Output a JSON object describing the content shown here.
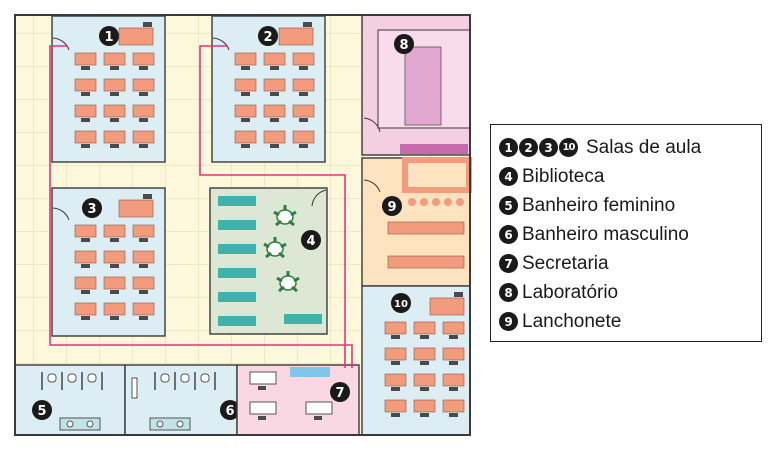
{
  "map": {
    "room_numbers": {
      "r1": "1",
      "r2": "2",
      "r3": "3",
      "r4": "4",
      "r5": "5",
      "r6": "6",
      "r7": "7",
      "r8": "8",
      "r9": "9",
      "r10": "10"
    },
    "colors": {
      "floor": "#fdf8dc",
      "grid": "#e4dfb4",
      "wall": "#3a3a3a",
      "classroom": "#dcedf3",
      "library": "#dce8d3",
      "bathroom": "#dcedf3",
      "office": "#f9d7e3",
      "lab": "#f4cfe4",
      "cafeteria": "#fde3c0",
      "desk": "#f29b7d",
      "chair": "#4a4a4a",
      "bookshelf": "#3fb3a9",
      "route": "#e8327a"
    }
  },
  "legend": {
    "rows": [
      {
        "badges": [
          "1",
          "2",
          "3",
          "10"
        ],
        "label": "Salas de aula"
      },
      {
        "badges": [
          "4"
        ],
        "label": "Biblioteca"
      },
      {
        "badges": [
          "5"
        ],
        "label": "Banheiro feminino"
      },
      {
        "badges": [
          "6"
        ],
        "label": "Banheiro masculino"
      },
      {
        "badges": [
          "7"
        ],
        "label": "Secretaria"
      },
      {
        "badges": [
          "8"
        ],
        "label": "Laboratório"
      },
      {
        "badges": [
          "9"
        ],
        "label": "Lanchonete"
      }
    ]
  }
}
